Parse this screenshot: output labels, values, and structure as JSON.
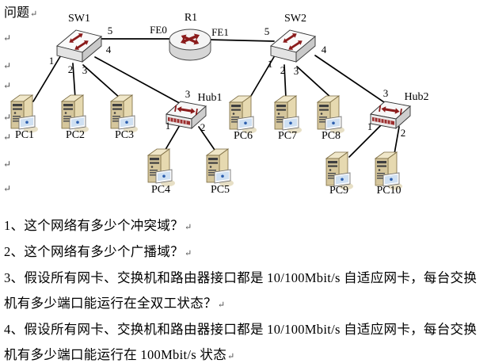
{
  "title": "问题",
  "pilcrow": "↵",
  "devices": {
    "sw1": "SW1",
    "r1": "R1",
    "sw2": "SW2",
    "hub1": "Hub1",
    "hub2": "Hub2"
  },
  "pcs": [
    "PC1",
    "PC2",
    "PC3",
    "PC4",
    "PC5",
    "PC6",
    "PC7",
    "PC8",
    "PC9",
    "PC10"
  ],
  "ports": {
    "sw1": [
      "1",
      "2",
      "3",
      "4",
      "5"
    ],
    "sw2": [
      "1",
      "2",
      "3",
      "4",
      "5"
    ],
    "r1": [
      "FE0",
      "FE1"
    ],
    "hub1": [
      "1",
      "2",
      "3"
    ],
    "hub2": [
      "1",
      "2",
      "3"
    ]
  },
  "questions": [
    {
      "text": "1、这个网络有多少个冲突域？",
      "mark": "↵"
    },
    {
      "text": "2、这个网络有多少个广播域？",
      "mark": "↵"
    },
    {
      "text": "3、假设所有网卡、交换机和路由器接口都是 10/100Mbit/s 自适应网卡，每台交换",
      "mark": ""
    },
    {
      "text": "机有多少端口能运行在全双工状态？",
      "mark": "↵"
    },
    {
      "text": "4、假设所有网卡、交换机和路由器接口都是 10/100Mbit/s 自适应网卡，每台交换",
      "mark": ""
    },
    {
      "text": "机有多少端口能运行在 100Mbit/s 状态",
      "mark": "↵"
    }
  ],
  "colors": {
    "link_line": "#000000",
    "arrow_red": "#8b1c1c",
    "hub_port_stripe": "#9c2f2f",
    "pc_body_tan": "#d5c69c",
    "pc_screen_blue": "#cfe0f2"
  }
}
